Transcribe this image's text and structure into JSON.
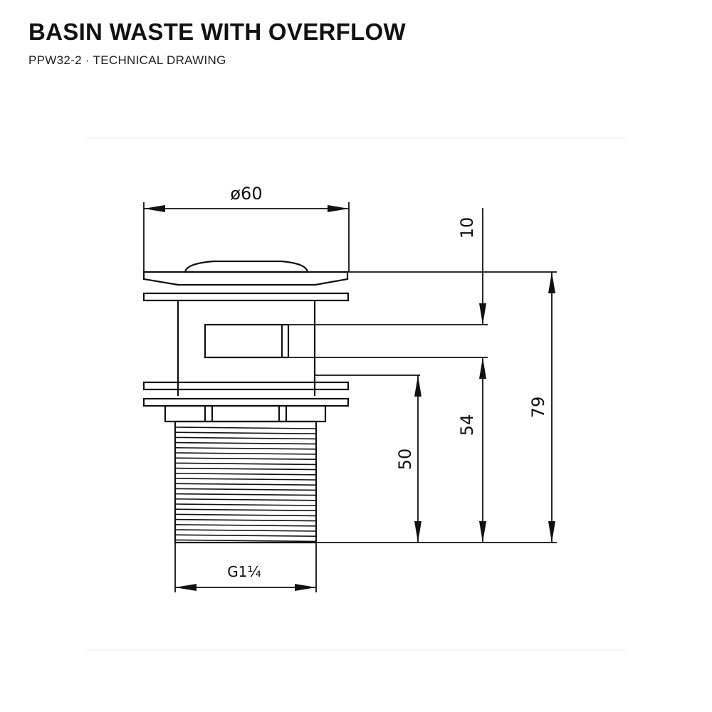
{
  "header": {
    "title": "BASIN WASTE WITH OVERFLOW",
    "subtitle": "PPW32-2 · TECHNICAL DRAWING"
  },
  "dimensions": {
    "diameter": "ø60",
    "cap_height": "10",
    "thread_length": "50",
    "body_length": "54",
    "overall_height": "79",
    "thread_size": "G1¼"
  },
  "colors": {
    "line": "#111111",
    "background": "#ffffff",
    "frame": "#eeeeee"
  }
}
